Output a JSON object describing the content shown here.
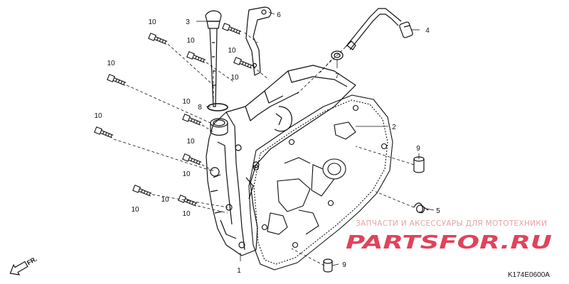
{
  "diagram": {
    "callouts": {
      "c1": "1",
      "c2": "2",
      "c3": "3",
      "c4": "4",
      "c5": "5",
      "c6": "6",
      "c7": "7",
      "c8": "8",
      "c9a": "9",
      "c9b": "9",
      "c10a": "10",
      "c10b": "10",
      "c10c": "10",
      "c10d": "10",
      "c10e": "10",
      "c10f": "10",
      "c10g": "10",
      "c10h": "10",
      "c10i": "10",
      "c10j": "10",
      "c10k": "10",
      "c10l": "10"
    },
    "direction_arrow": "FR.",
    "diagram_code": "K174E0600A"
  },
  "watermark": {
    "tagline": "ЗАПЧАСТИ И АКСЕССУАРЫ ДЛЯ МОТОТЕХНИКИ",
    "logo": "PARTSFOR.RU"
  }
}
